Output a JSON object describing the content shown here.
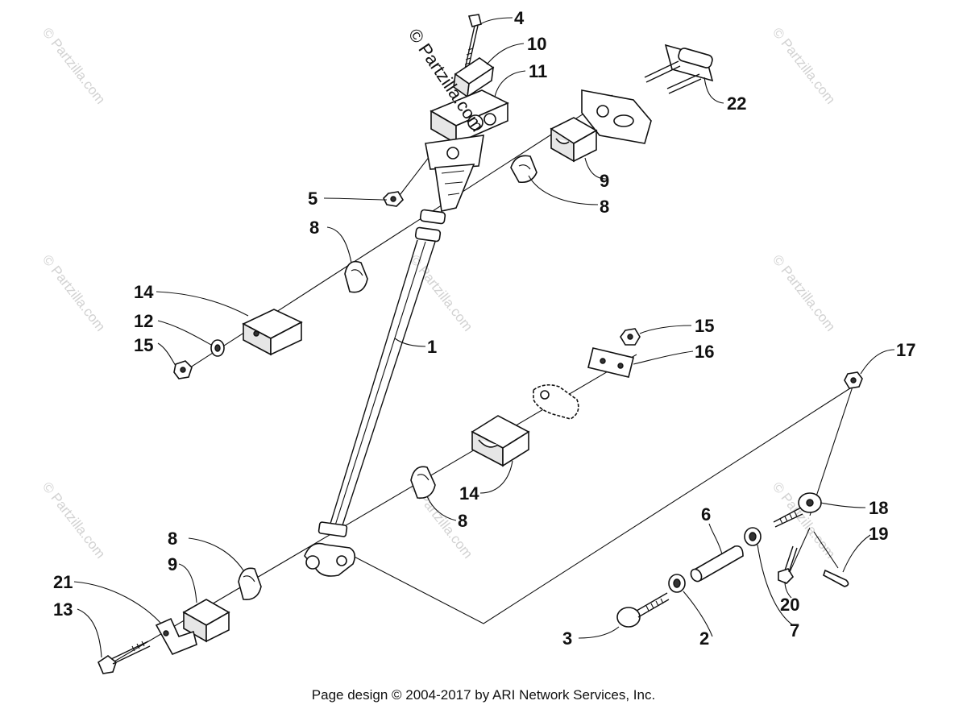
{
  "watermark": "© Partzilla.com",
  "stamp": "© Partzilla.com",
  "footer": "Page design © 2004-2017 by ARI Network Services, Inc.",
  "callouts": [
    {
      "id": "c4",
      "label": "4"
    },
    {
      "id": "c10",
      "label": "10"
    },
    {
      "id": "c11",
      "label": "11"
    },
    {
      "id": "c22",
      "label": "22"
    },
    {
      "id": "c9a",
      "label": "9"
    },
    {
      "id": "c8a",
      "label": "8"
    },
    {
      "id": "c5",
      "label": "5"
    },
    {
      "id": "c8b",
      "label": "8"
    },
    {
      "id": "c14a",
      "label": "14"
    },
    {
      "id": "c12",
      "label": "12"
    },
    {
      "id": "c15a",
      "label": "15"
    },
    {
      "id": "c1",
      "label": "1"
    },
    {
      "id": "c15b",
      "label": "15"
    },
    {
      "id": "c16",
      "label": "16"
    },
    {
      "id": "c17",
      "label": "17"
    },
    {
      "id": "c14b",
      "label": "14"
    },
    {
      "id": "c8c",
      "label": "8"
    },
    {
      "id": "c6",
      "label": "6"
    },
    {
      "id": "c18",
      "label": "18"
    },
    {
      "id": "c19",
      "label": "19"
    },
    {
      "id": "c8d",
      "label": "8"
    },
    {
      "id": "c9b",
      "label": "9"
    },
    {
      "id": "c21",
      "label": "21"
    },
    {
      "id": "c13",
      "label": "13"
    },
    {
      "id": "c20",
      "label": "20"
    },
    {
      "id": "c7",
      "label": "7"
    },
    {
      "id": "c2",
      "label": "2"
    },
    {
      "id": "c3",
      "label": "3"
    }
  ]
}
